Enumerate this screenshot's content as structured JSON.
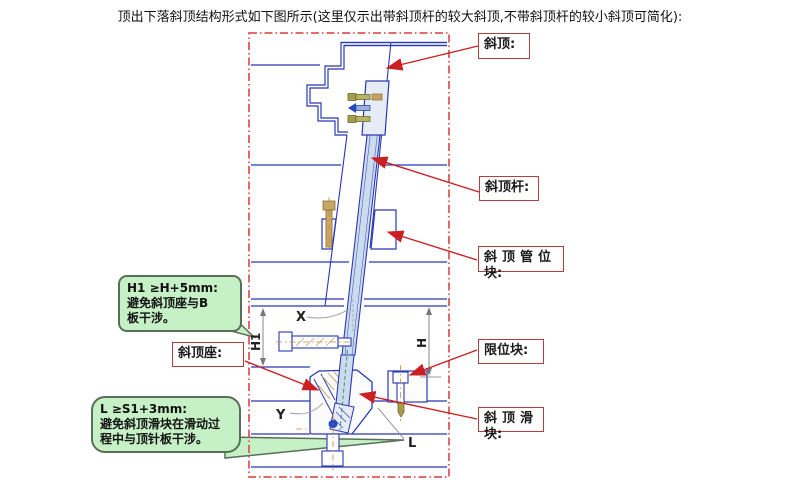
{
  "heading": "顶出下落斜顶结构形式如下图所示(这里仅示出带斜顶杆的较大斜顶,不带斜顶杆的较小斜顶可简化):",
  "labels": {
    "lifter": {
      "lines": [
        "斜顶:"
      ]
    },
    "lifter_rod": {
      "lines": [
        "斜顶杆:"
      ]
    },
    "guide_block": {
      "lines": [
        "斜顶管位",
        "块:"
      ]
    },
    "limit_block": {
      "lines": [
        "限位块:"
      ]
    },
    "lifter_slide": {
      "lines": [
        "斜顶滑",
        "块:"
      ]
    },
    "lifter_seat": {
      "lines": [
        "斜顶座:"
      ]
    }
  },
  "notes": {
    "h1_note": {
      "title": "H1 ≥H+5mm:",
      "lines": [
        "避免斜顶座与B",
        "板干涉。"
      ]
    },
    "l_note": {
      "title": "L ≥S1+3mm:",
      "lines": [
        "避免斜顶滑块在滑动过",
        "程中与顶针板干涉。"
      ]
    }
  },
  "dims": {
    "x": "X",
    "y": "Y",
    "l": "L",
    "h1": "H1",
    "h": "H"
  },
  "colors": {
    "drawing_line": "#2a38b4",
    "leader_red": "#cc2020",
    "detail_border_red": "#e05858",
    "label_border": "#b04040",
    "note_green_bg": "#c6f0c6",
    "note_green_border": "#5a6e5a"
  }
}
